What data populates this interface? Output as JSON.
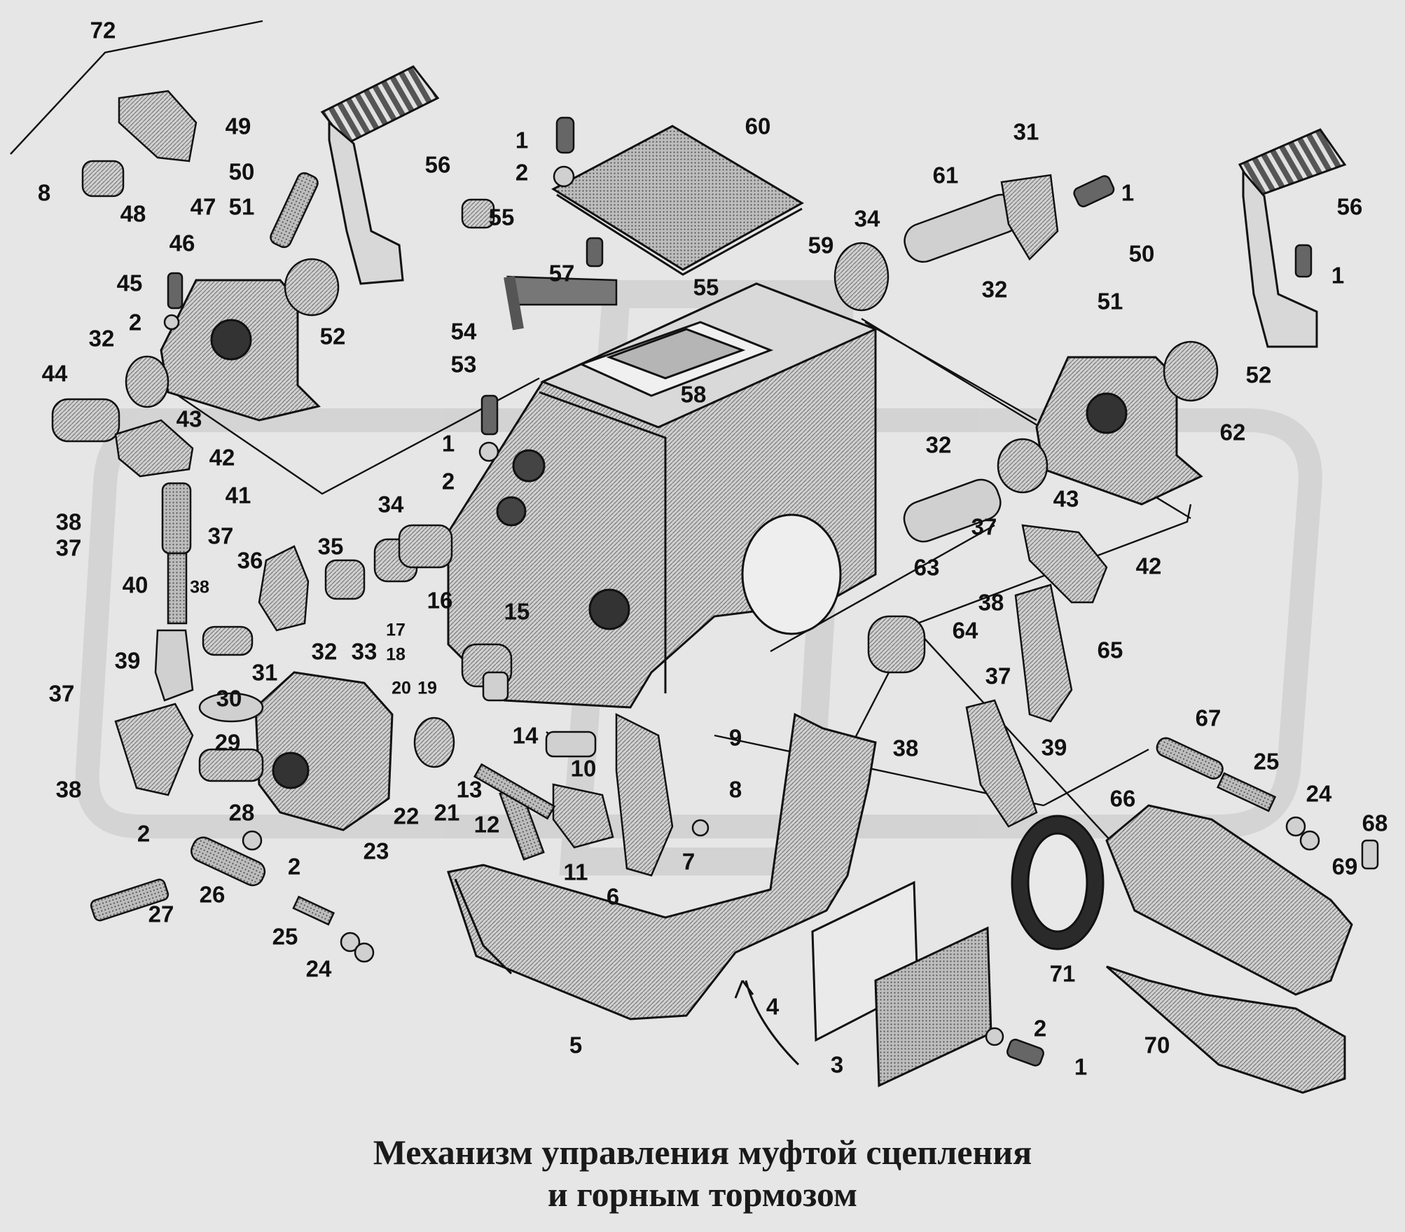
{
  "diagram": {
    "caption": {
      "line1": "Механизм управления муфтой сцепления",
      "line2": "и горным тормозом"
    },
    "labels": {
      "p72": "72",
      "p49": "49",
      "p8a": "8",
      "p48": "48",
      "p56a": "56",
      "p60": "60",
      "p31a": "31",
      "p1a": "1",
      "p2a": "2",
      "p1b": "1",
      "p61": "61",
      "p56b": "56",
      "p50a": "50",
      "p51a": "51",
      "p47": "47",
      "p46": "46",
      "p45": "45",
      "p2b": "2",
      "p52a": "52",
      "p55a": "55",
      "p57": "57",
      "p55b": "55",
      "p54": "54",
      "p53": "53",
      "p34a": "34",
      "p59": "59",
      "p32a": "32",
      "p50b": "50",
      "p1c": "1",
      "p51b": "51",
      "p52b": "52",
      "p32b": "32",
      "p44": "44",
      "p43a": "43",
      "p42a": "42",
      "p58": "58",
      "p62": "62",
      "p1d": "1",
      "p2c": "2",
      "p32c": "32",
      "p43b": "43",
      "p41": "41",
      "p38a": "38",
      "p37a": "37",
      "p34b": "34",
      "p37b": "37",
      "p37c": "37",
      "p35": "35",
      "p36": "36",
      "p63": "63",
      "p42b": "42",
      "p40": "40",
      "p38b": "38",
      "p16": "16",
      "p38c": "38",
      "p64": "64",
      "p15": "15",
      "p32d": "32",
      "p33": "33",
      "p17": "17",
      "p18": "18",
      "p65": "65",
      "p39a": "39",
      "p31b": "31",
      "p30": "30",
      "p20": "20",
      "p19": "19",
      "p37d": "37",
      "p37e": "37",
      "p14": "14",
      "p10": "10",
      "p9": "9",
      "p67": "67",
      "p38d": "38",
      "p39b": "39",
      "p29": "29",
      "p38e": "38",
      "p13": "13",
      "p22": "22",
      "p21": "21",
      "p8b": "8",
      "p25a": "25",
      "p24a": "24",
      "p66": "66",
      "p68": "68",
      "p28": "28",
      "p2d": "2",
      "p12": "12",
      "p2e": "2",
      "p23": "23",
      "p26": "26",
      "p7": "7",
      "p11": "11",
      "p27": "27",
      "p69": "69",
      "p6": "6",
      "p25b": "25",
      "p24b": "24",
      "p71": "71",
      "p4": "4",
      "p5": "5",
      "p2f": "2",
      "p70": "70",
      "p3": "3",
      "p1e": "1"
    }
  }
}
